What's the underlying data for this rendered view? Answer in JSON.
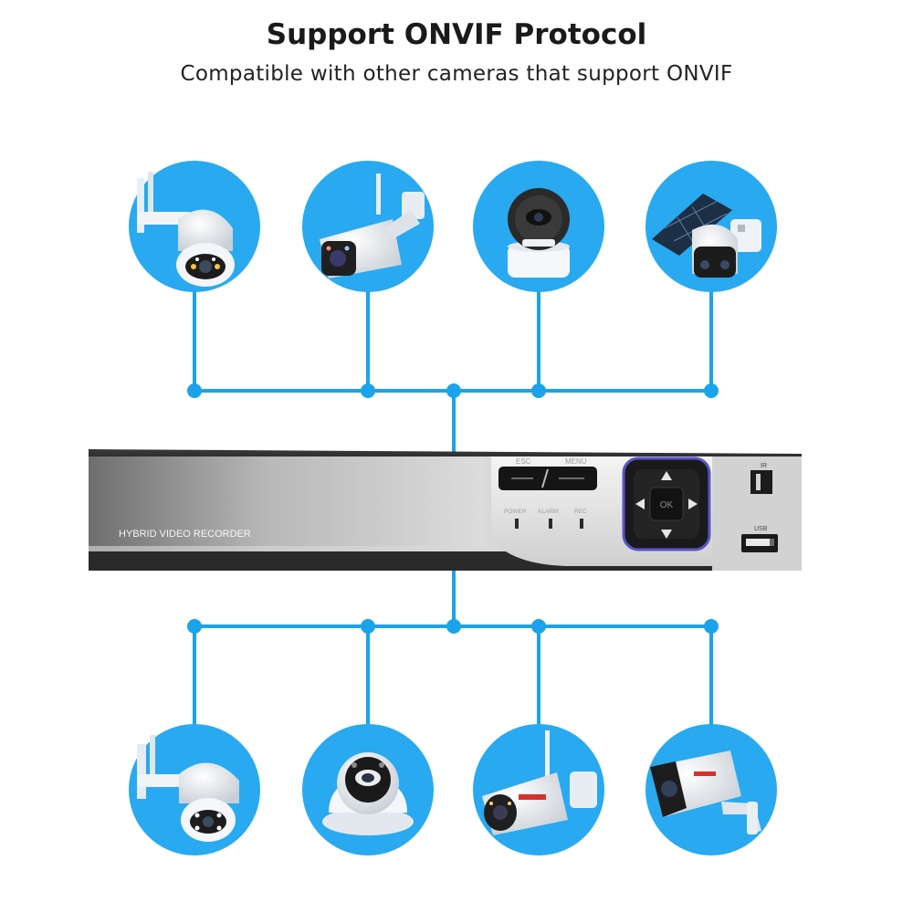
{
  "header": {
    "title": "Support ONVIF Protocol",
    "subtitle": "Compatible with other cameras that support ONVIF"
  },
  "nvr": {
    "model_label": "HYBRID VIDEO RECORDER",
    "esc_label": "ESC",
    "menu_label": "MENU",
    "ok_label": "OK",
    "led_labels": [
      "POWER",
      "ALARM",
      "REC"
    ],
    "ir_label": "IR",
    "usb_label": "USB"
  },
  "cameras_top": [
    {
      "icon": "ptz-dome-camera-icon"
    },
    {
      "icon": "wifi-bullet-camera-icon"
    },
    {
      "icon": "indoor-pan-tilt-camera-icon"
    },
    {
      "icon": "solar-4g-camera-icon"
    }
  ],
  "cameras_bottom": [
    {
      "icon": "ptz-dome-camera-icon"
    },
    {
      "icon": "turret-dome-camera-icon"
    },
    {
      "icon": "wifi-bullet-camera-icon"
    },
    {
      "icon": "box-bullet-camera-icon"
    }
  ],
  "colors": {
    "accent_blue": "#1aa3ea",
    "circle_blue": "#29a9f0",
    "nvr_body": "#9a9a9a",
    "nvr_dark": "#2b2b2b",
    "nav_purple": "#5a55c8"
  }
}
